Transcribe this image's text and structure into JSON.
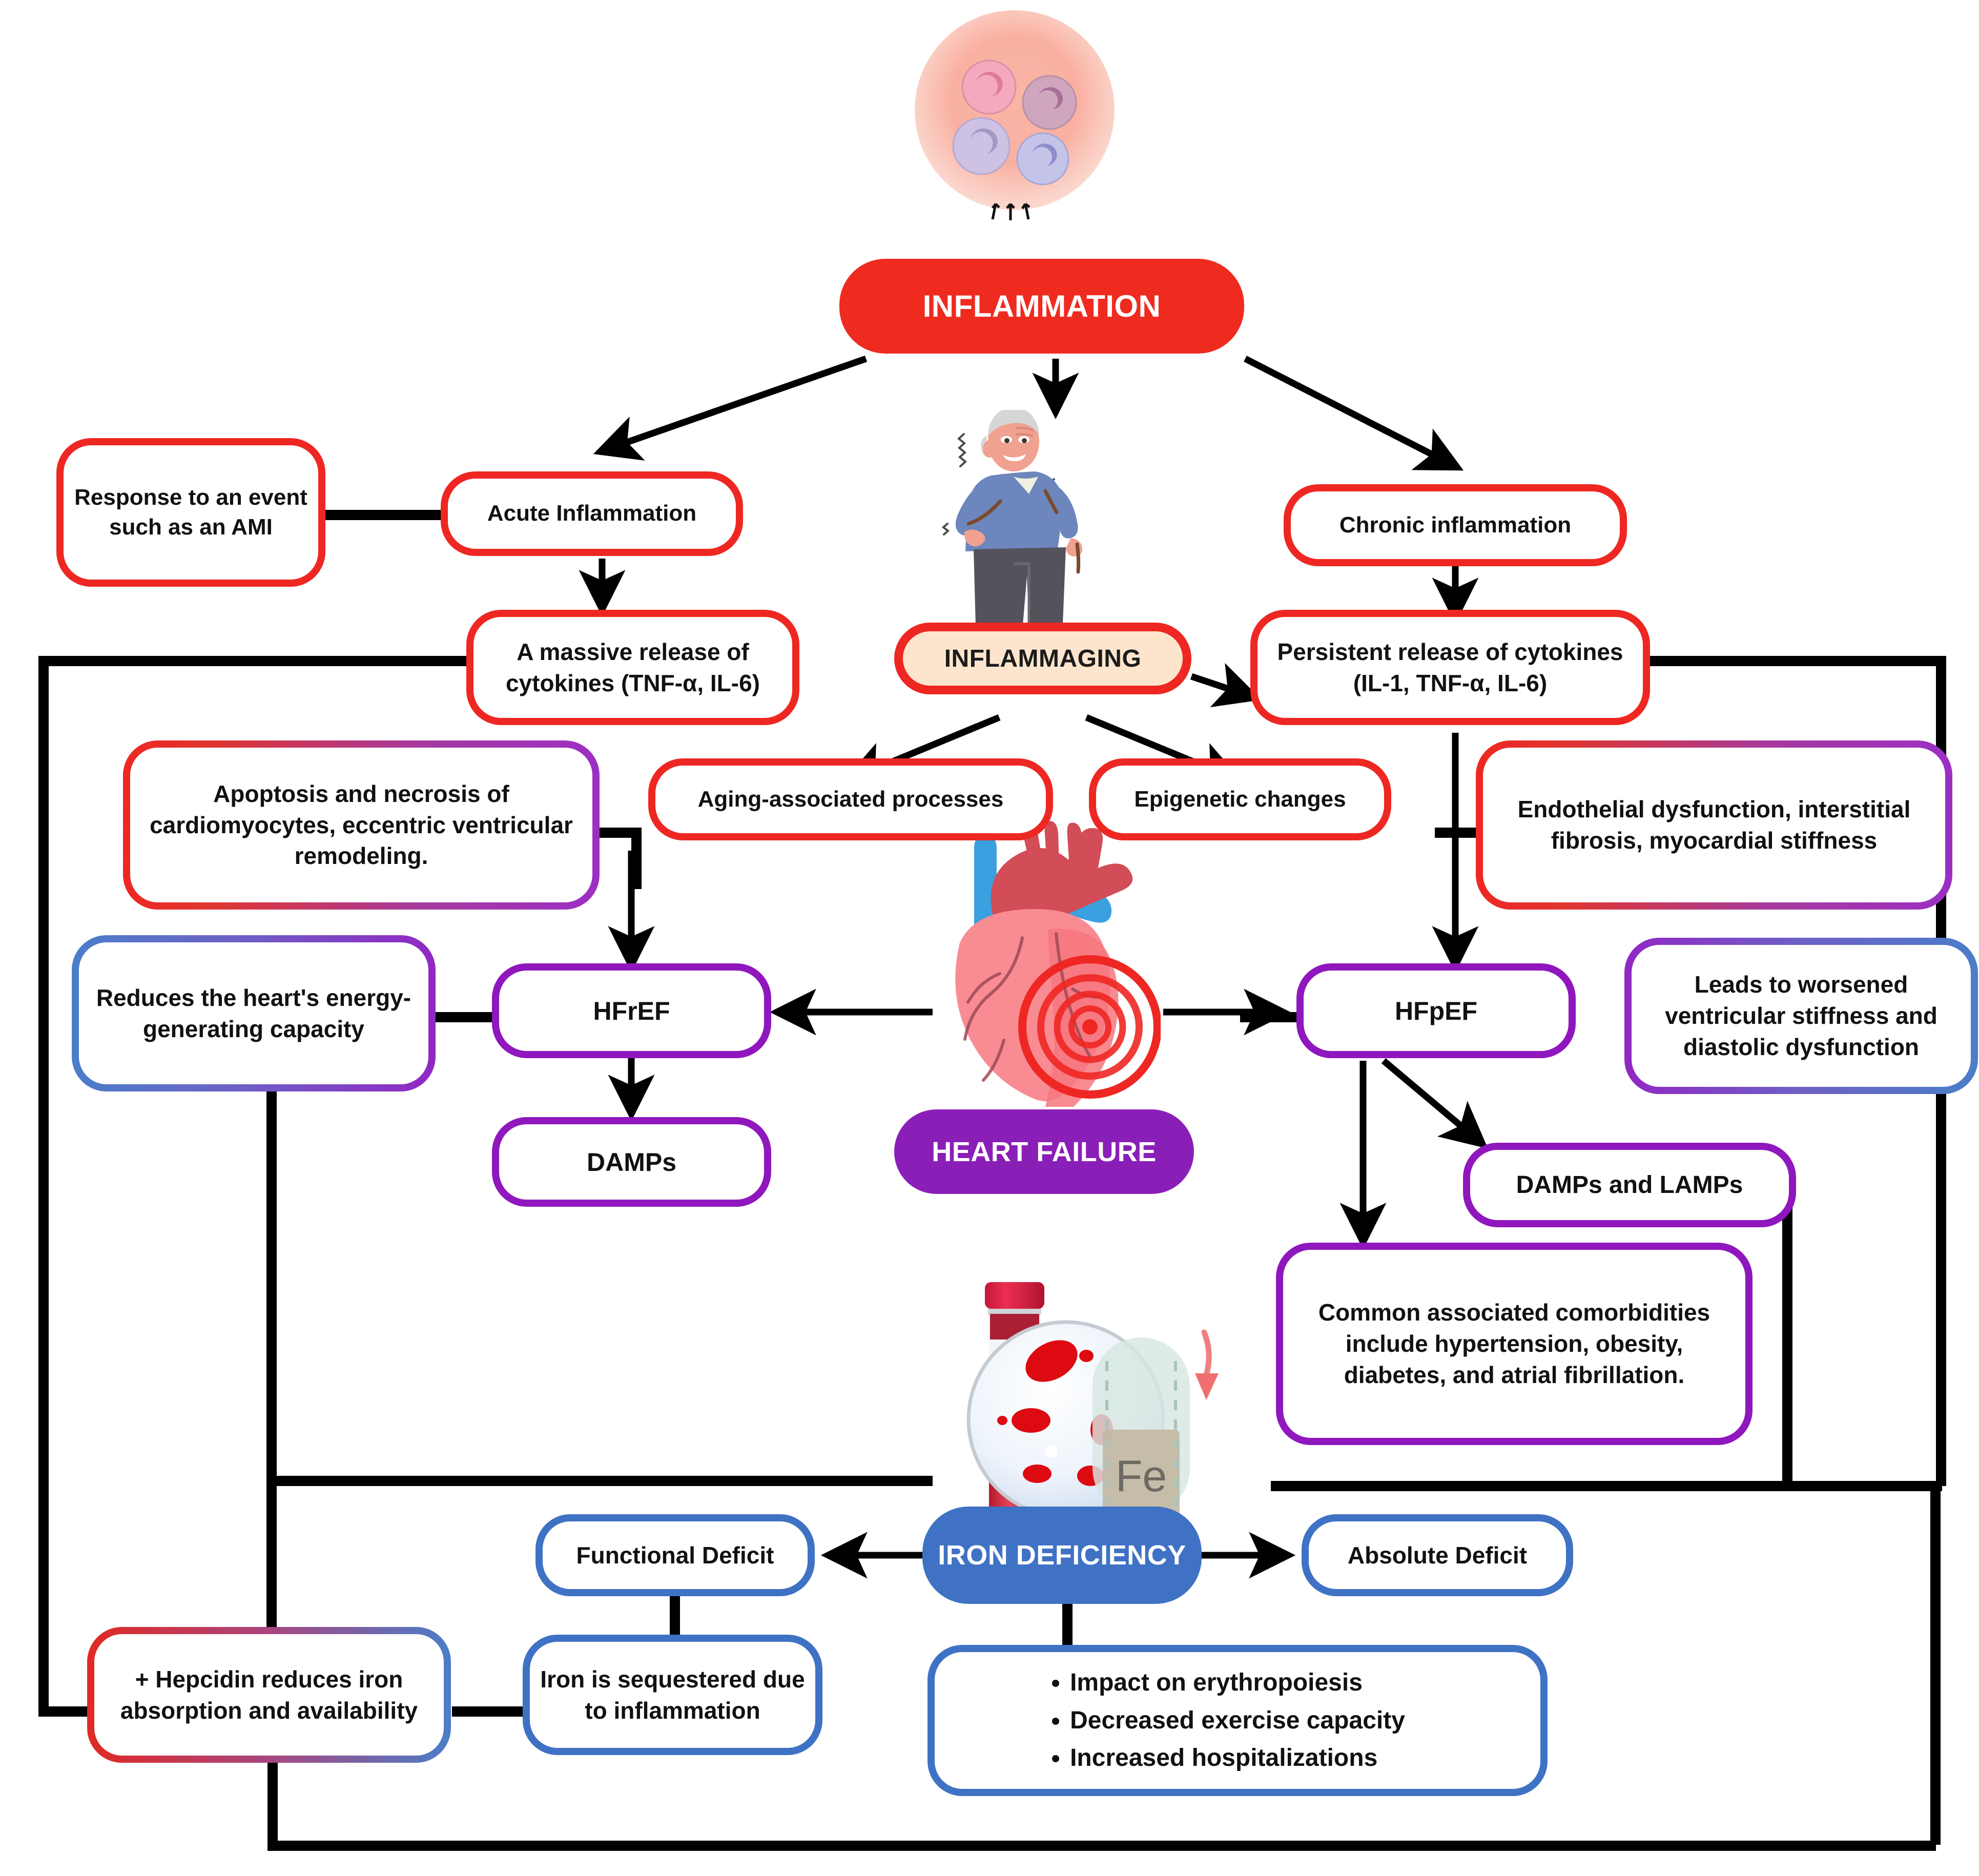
{
  "title": "Inflammation, Heart Failure and Iron Deficiency pathway diagram",
  "colors": {
    "red": "#ee2722",
    "purple": "#8a1fb8",
    "blue": "#3f72c4",
    "cream": "#fce5cc",
    "arrow": "#000000"
  },
  "nodes": {
    "inflammation": "INFLAMMATION",
    "response_event": "Response to an event such as an AMI",
    "acute_inflammation": "Acute Inflammation",
    "chronic_inflammation": "Chronic inflammation",
    "massive_release": "A massive release of cytokines (TNF-α, IL-6)",
    "inflammaging": "INFLAMMAGING",
    "persistent_release": "Persistent release of cytokines (IL-1, TNF-α, IL-6)",
    "apoptosis": "Apoptosis and necrosis of cardiomyocytes, eccentric ventricular remodeling.",
    "aging_processes": "Aging-associated processes",
    "epigenetic_changes": "Epigenetic changes",
    "endothelial": "Endothelial dysfunction, interstitial fibrosis, myocardial stiffness",
    "reduces_energy": "Reduces the heart's energy-generating capacity",
    "hfref": "HFrEF",
    "hfpef": "HFpEF",
    "leads_worsened": "Leads to worsened ventricular stiffness and diastolic dysfunction",
    "damps": "DAMPs",
    "heart_failure": "HEART FAILURE",
    "damps_lamps": "DAMPs and LAMPs",
    "comorbidities": "Common associated comorbidities include hypertension, obesity, diabetes, and atrial fibrillation.",
    "iron_deficiency": "IRON DEFICIENCY",
    "functional_deficit": "Functional Deficit",
    "absolute_deficit": "Absolute Deficit",
    "iron_sequestered": "Iron is sequestered due to inflammation",
    "hepcidin": "+ Hepcidin reduces iron absorption and availability",
    "consequences": [
      "Impact on erythropoiesis",
      "Decreased exercise capacity",
      "Increased hospitalizations"
    ]
  },
  "illustrations": {
    "immune_cells": "immune-cells-illustration",
    "elderly_person": "elderly-person-illustration",
    "heart": "heart-with-pain-illustration",
    "blood_tube": "blood-tube-iron-illustration",
    "fe_label": "Fe"
  }
}
